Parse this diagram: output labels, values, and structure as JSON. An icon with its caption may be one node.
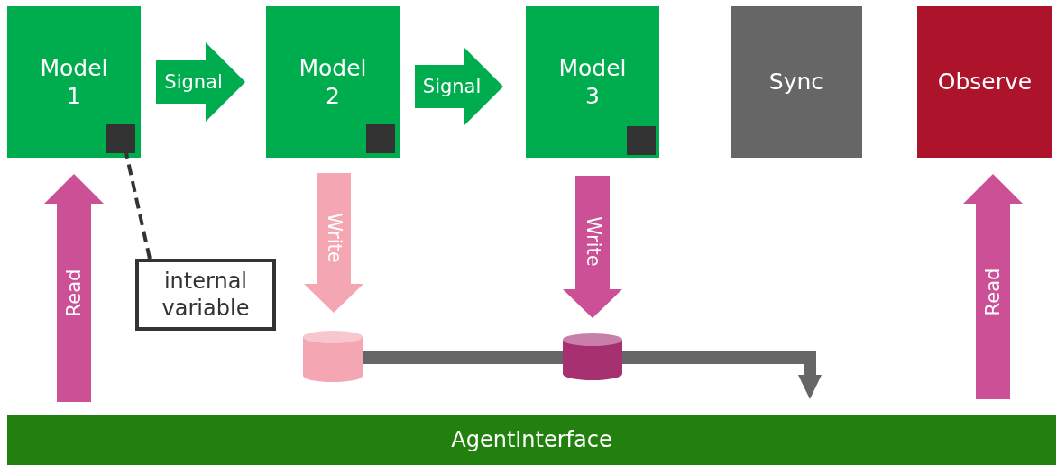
{
  "diagram": {
    "nodes": [
      {
        "text": [
          "Model 1"
        ]
      },
      {
        "text": [],
        "shape": "box",
        "in": 0
      },
      {
        "text": [
          "Model 2"
        ]
      },
      {
        "text": [],
        "shape": "box",
        "in": 2
      },
      {
        "text": [
          "Model 3"
        ]
      },
      {
        "text": [],
        "shape": "box",
        "in": 4
      },
      {
        "text": [
          "Sync"
        ]
      },
      {
        "text": [
          "Observe"
        ]
      },
      {
        "text": [
          "internal variable"
        ]
      },
      {
        "text": [],
        "shape": "cylinder"
      },
      {
        "text": [],
        "shape": "cylinder"
      },
      {
        "text": [
          "AgentInterface"
        ]
      }
    ],
    "edges": [
      {
        "from": 0,
        "to": 2,
        "label": "Signal",
        "arrow": "to",
        "style": "thick",
        "color": "#00ad4e"
      },
      {
        "from": 2,
        "to": 4,
        "label": "Signal",
        "arrow": "to",
        "style": "thick",
        "color": "#00ad4e"
      },
      {
        "from": 11,
        "to": 0,
        "label": "Read",
        "arrow": "to",
        "style": "thick",
        "color": "#cc5096"
      },
      {
        "from": 2,
        "to": 9,
        "label": "Write",
        "arrow": "to",
        "style": "thick",
        "color": "#f4a6b2"
      },
      {
        "from": 4,
        "to": 10,
        "label": "Write",
        "arrow": "to",
        "style": "thick",
        "color": "#cc5096"
      },
      {
        "from": 11,
        "to": 7,
        "label": "Read",
        "arrow": "to",
        "style": "thick",
        "color": "#cc5096"
      },
      {
        "from": 8,
        "to": 1,
        "arrow": "none",
        "style": "dashed",
        "color": "#333333"
      },
      {
        "from": 9,
        "to": 10,
        "arrow": "none",
        "style": "thick",
        "color": "#666666"
      },
      {
        "from": 10,
        "to": null,
        "arrow": "to",
        "style": "thick",
        "color": "#666666"
      }
    ]
  }
}
